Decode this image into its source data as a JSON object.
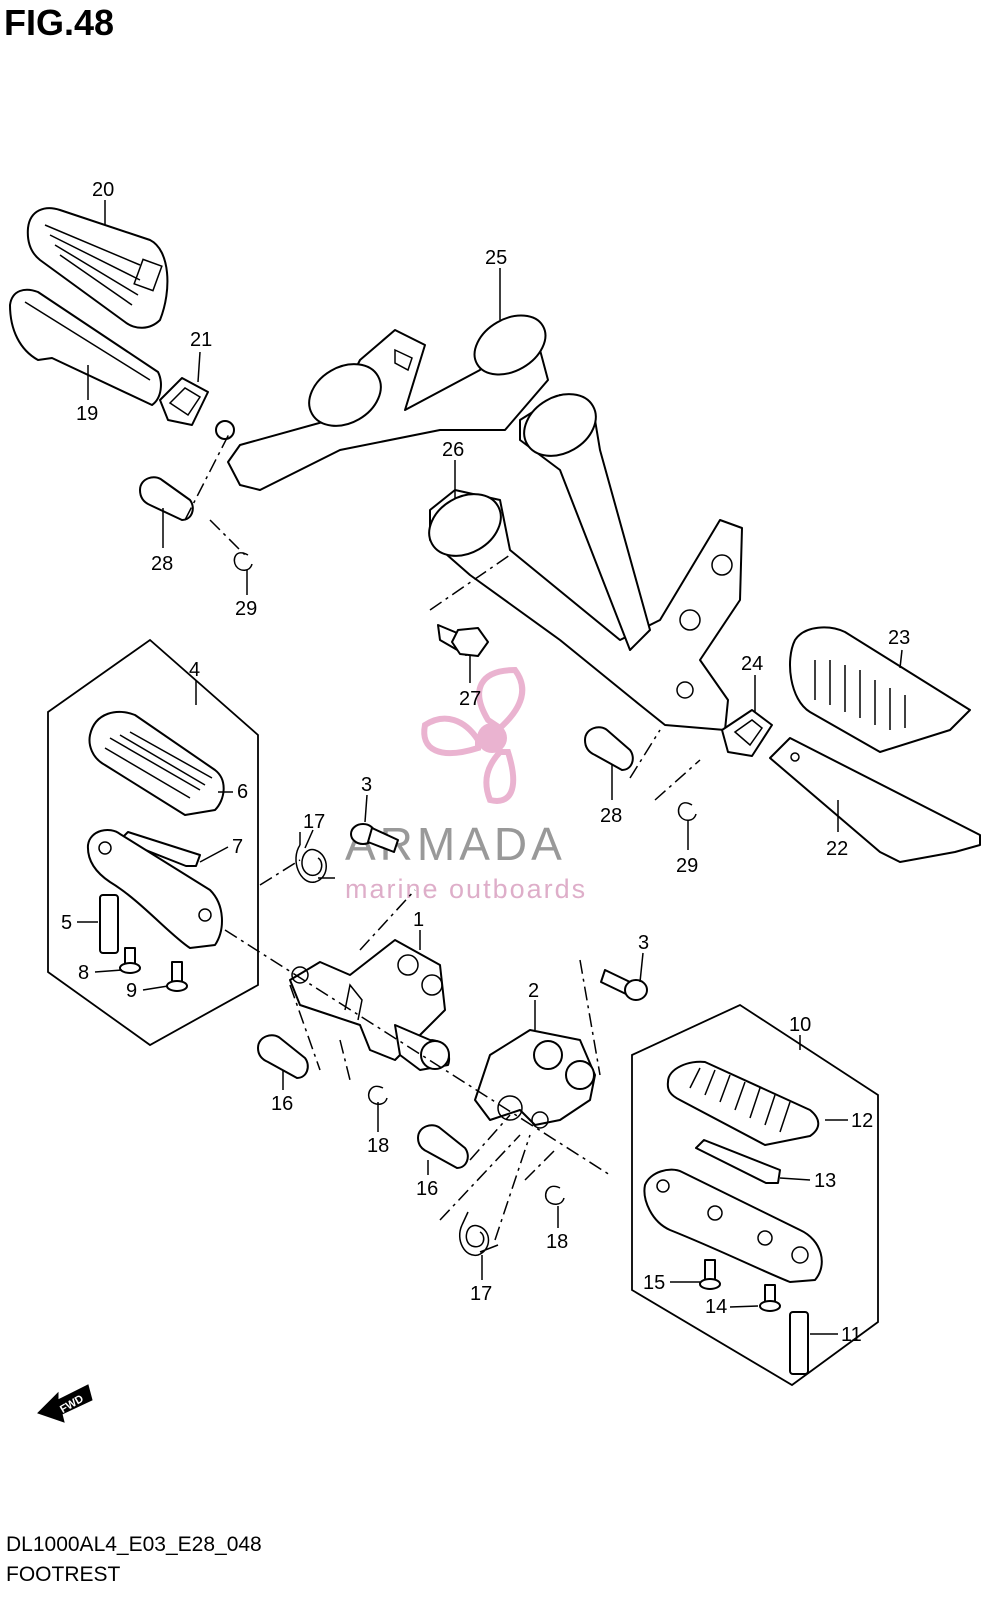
{
  "figure": {
    "title": "FIG.48",
    "code": "DL1000AL4_E03_E28_048",
    "name": "FOOTREST"
  },
  "watermark": {
    "brand": "ARMADA",
    "tagline": "marine outboards",
    "logo_icon": "propeller-icon",
    "color_pink": "#e7a6c8",
    "color_grey": "#8a8a8a"
  },
  "direction_marker": {
    "label": "FWD",
    "icon": "arrow-forward-icon"
  },
  "callouts": [
    {
      "id": "c20",
      "text": "20"
    },
    {
      "id": "c19",
      "text": "19"
    },
    {
      "id": "c21",
      "text": "21"
    },
    {
      "id": "c25",
      "text": "25"
    },
    {
      "id": "c26",
      "text": "26"
    },
    {
      "id": "c28a",
      "text": "28"
    },
    {
      "id": "c29a",
      "text": "29"
    },
    {
      "id": "c27",
      "text": "27"
    },
    {
      "id": "c24",
      "text": "24"
    },
    {
      "id": "c23",
      "text": "23"
    },
    {
      "id": "c28b",
      "text": "28"
    },
    {
      "id": "c29b",
      "text": "29"
    },
    {
      "id": "c22",
      "text": "22"
    },
    {
      "id": "c4",
      "text": "4"
    },
    {
      "id": "c6",
      "text": "6"
    },
    {
      "id": "c7",
      "text": "7"
    },
    {
      "id": "c5",
      "text": "5"
    },
    {
      "id": "c8",
      "text": "8"
    },
    {
      "id": "c9",
      "text": "9"
    },
    {
      "id": "c3a",
      "text": "3"
    },
    {
      "id": "c17a",
      "text": "17"
    },
    {
      "id": "c1",
      "text": "1"
    },
    {
      "id": "c16a",
      "text": "16"
    },
    {
      "id": "c18a",
      "text": "18"
    },
    {
      "id": "c3b",
      "text": "3"
    },
    {
      "id": "c2",
      "text": "2"
    },
    {
      "id": "c10",
      "text": "10"
    },
    {
      "id": "c12",
      "text": "12"
    },
    {
      "id": "c13",
      "text": "13"
    },
    {
      "id": "c16b",
      "text": "16"
    },
    {
      "id": "c18b",
      "text": "18"
    },
    {
      "id": "c17b",
      "text": "17"
    },
    {
      "id": "c15",
      "text": "15"
    },
    {
      "id": "c14",
      "text": "14"
    },
    {
      "id": "c11",
      "text": "11"
    }
  ]
}
